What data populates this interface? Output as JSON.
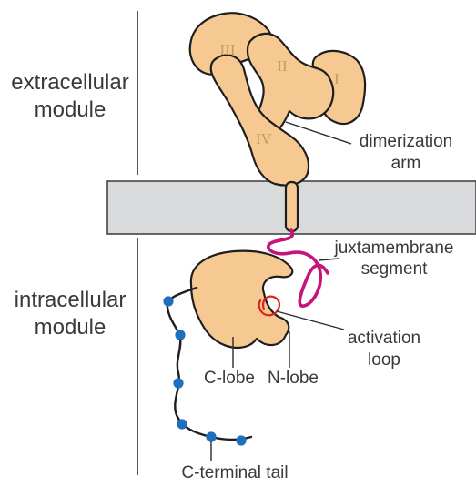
{
  "labels": {
    "extracellular_line1": "extracellular",
    "extracellular_line2": "module",
    "intracellular_line1": "intracellular",
    "intracellular_line2": "module",
    "dimerization_line1": "dimerization",
    "dimerization_line2": "arm",
    "juxtamembrane_line1": "juxtamembrane",
    "juxtamembrane_line2": "segment",
    "activation_line1": "activation",
    "activation_line2": "loop",
    "c_lobe": "C-lobe",
    "n_lobe": "N-lobe",
    "c_terminal_tail": "C-terminal tail"
  },
  "domains": {
    "domain_I": "I",
    "domain_II": "II",
    "domain_III": "III",
    "domain_IV": "IV"
  },
  "colors": {
    "protein_fill": "#f6c993",
    "membrane_fill": "#d9dadb",
    "juxtamembrane_color": "#c4157a",
    "activation_loop_color": "#e2231a",
    "phosphosite_color": "#1f6fbf",
    "outline": "#1e1e1e"
  }
}
